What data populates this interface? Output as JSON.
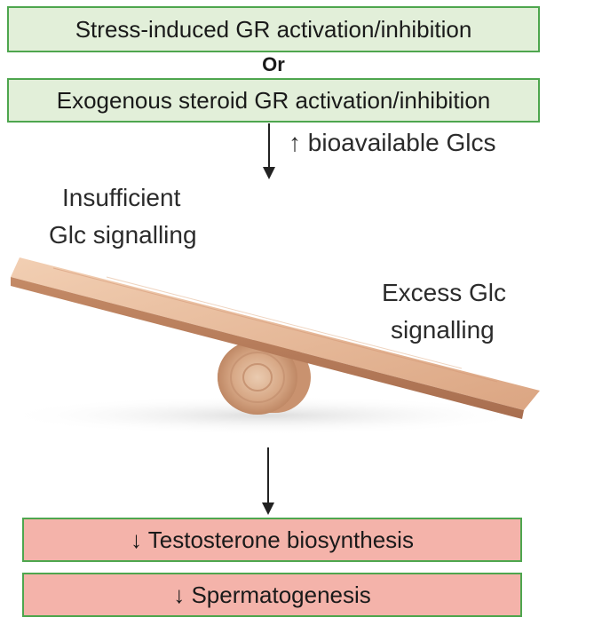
{
  "top": {
    "stress_box": "Stress-induced GR activation/inhibition",
    "or_label": "Or",
    "exogenous_box": "Exogenous steroid GR activation/inhibition"
  },
  "arrow_label": "↑ bioavailable Glcs",
  "seesaw": {
    "left_label_line1": "Insufficient",
    "left_label_line2": "Glc signalling",
    "right_label_line1": "Excess Glc",
    "right_label_line2": "signalling"
  },
  "outcomes": {
    "testosterone": "↓ Testosterone biosynthesis",
    "spermatogenesis": "↓ Spermatogenesis"
  },
  "colors": {
    "green_fill": "#e2efd9",
    "green_border": "#4ea64e",
    "red_fill": "#f4b3aa",
    "wood": "#e0ae8c"
  }
}
